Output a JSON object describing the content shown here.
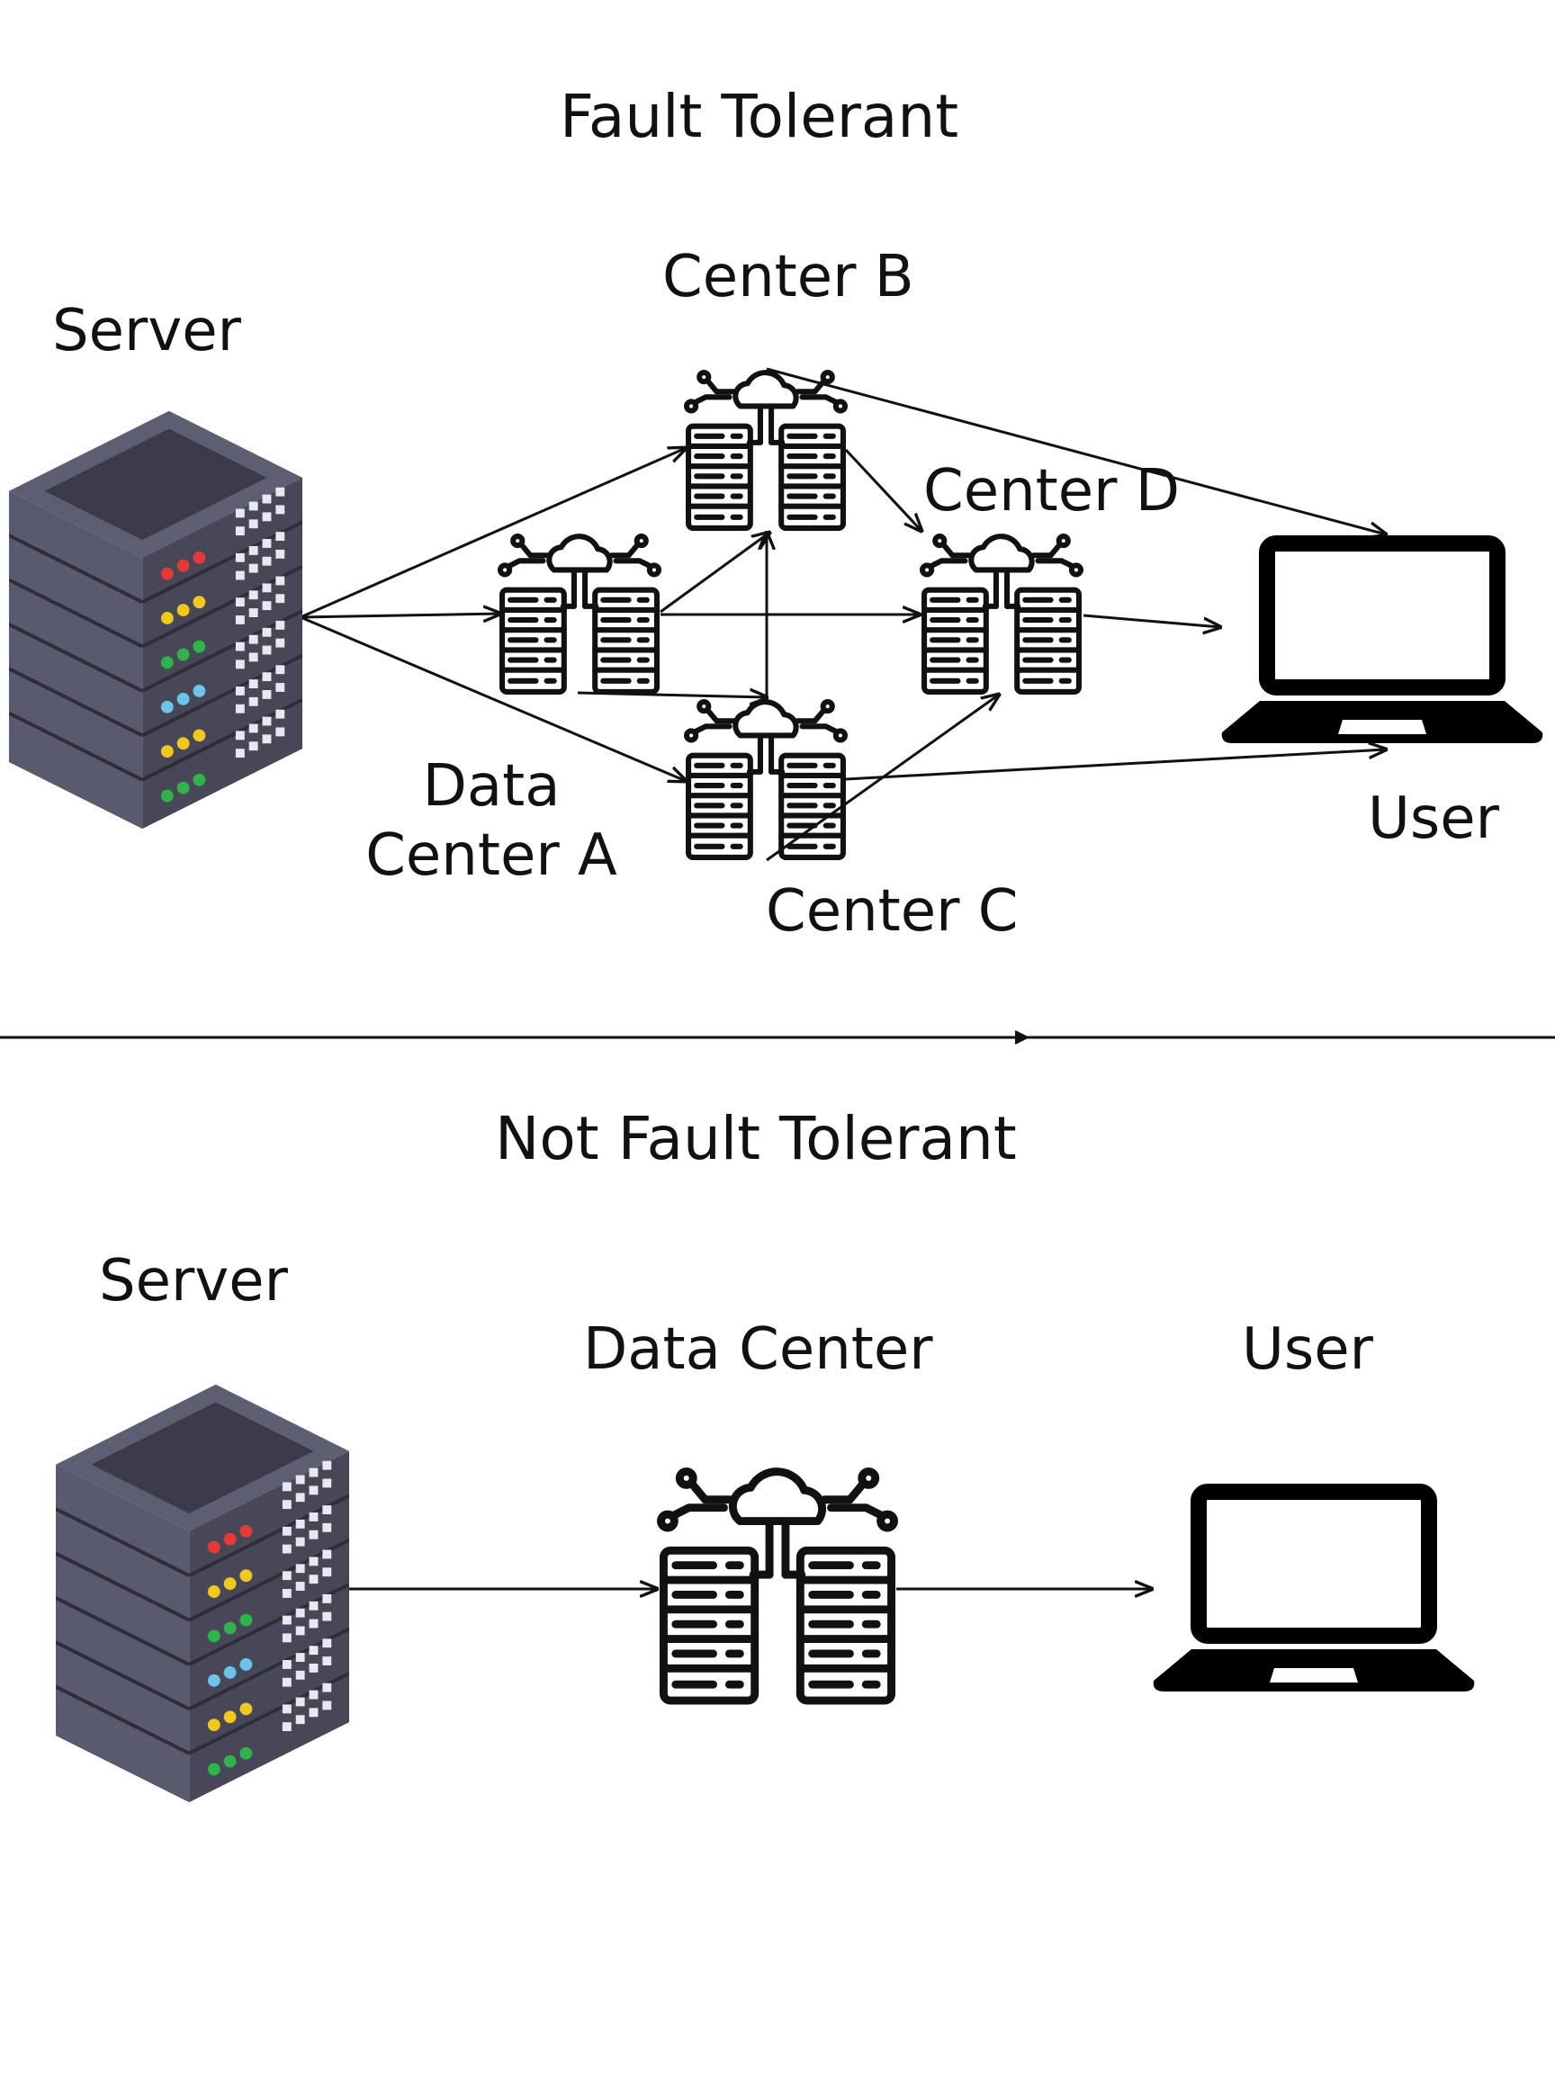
{
  "top_section": {
    "title": "Fault Tolerant",
    "server_label": "Server",
    "data_center_a_label": [
      "Data",
      "Center A"
    ],
    "center_b_label": "Center B",
    "center_c_label": "Center C",
    "center_d_label": "Center D",
    "user_label": "User"
  },
  "bottom_section": {
    "title": "Not Fault Tolerant",
    "server_label": "Server",
    "data_center_label": "Data Center",
    "user_label": "User"
  },
  "colors": {
    "server_body": "#5a5a6e",
    "server_side": "#464656",
    "server_top": "#3d3d4b",
    "led_red": "#e53935",
    "led_yellow": "#f2c81b",
    "led_green": "#2fb34a",
    "led_blue": "#6ec3e8",
    "line": "#111111"
  },
  "icons": {
    "server": "server-rack-icon",
    "data_center": "cloud-data-center-icon",
    "user": "laptop-icon"
  }
}
